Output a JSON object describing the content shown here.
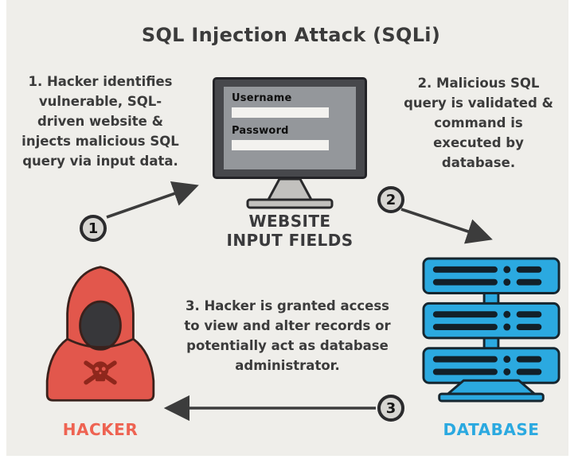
{
  "title": "SQL Injection Attack (SQLi)",
  "step1": {
    "lines": [
      "1. Hacker identifies",
      "vulnerable, SQL-",
      "driven website &",
      "injects malicious SQL",
      "query via input data."
    ]
  },
  "step2": {
    "lines": [
      "2. Malicious SQL",
      "query is validated &",
      "command is",
      "executed by",
      "database."
    ]
  },
  "step3": {
    "lines": [
      "3. Hacker is granted access",
      "to view and alter records or",
      "potentially act as database",
      "administrator."
    ]
  },
  "markers": {
    "step1": "1",
    "step2": "2",
    "step3": "3"
  },
  "monitor": {
    "username_label": "Username",
    "username_value": "",
    "password_label": "Password",
    "password_value": "",
    "caption_line1": "WEBSITE",
    "caption_line2": "INPUT FIELDS"
  },
  "entities": {
    "hacker_label": "HACKER",
    "database_label": "DATABASE"
  },
  "colors": {
    "hacker_red": "#E2574C",
    "hacker_label": "#EE6352",
    "database_blue": "#2BA9E0",
    "database_label": "#2BA9E0",
    "text_dark": "#3B3B3B",
    "arrow_dark": "#3C3C3C",
    "panel_background": "#EFEEEA"
  }
}
